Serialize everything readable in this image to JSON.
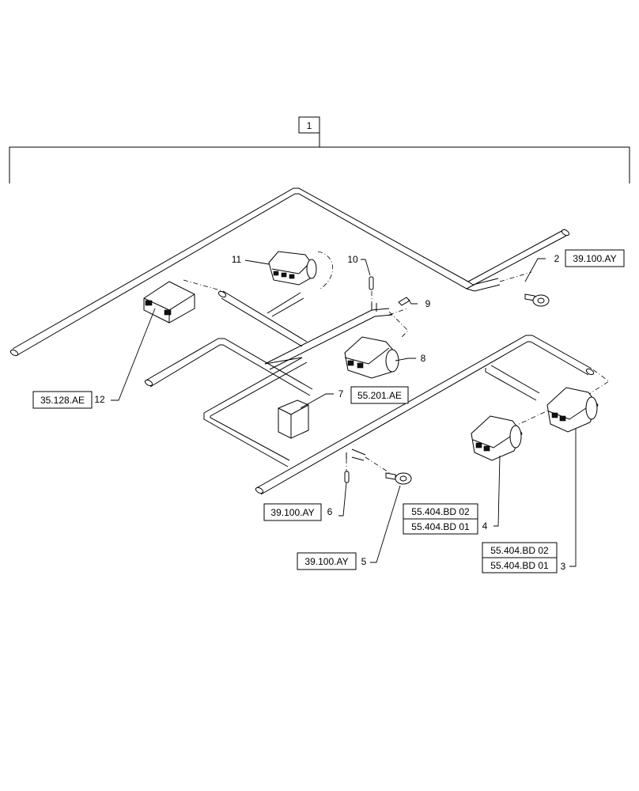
{
  "assembly_label": "1",
  "callouts": {
    "c2": "2",
    "c3": "3",
    "c4": "4",
    "c5": "5",
    "c6": "6",
    "c7": "7",
    "c8": "8",
    "c9": "9",
    "c10": "10",
    "c11": "11",
    "c12": "12"
  },
  "refs": {
    "r2": "39.100.AY",
    "r3a": "55.404.BD 02",
    "r3b": "55.404.BD 01",
    "r4a": "55.404.BD 02",
    "r4b": "55.404.BD 01",
    "r5": "39.100.AY",
    "r6": "39.100.AY",
    "r7": "55.201.AE",
    "r12": "35.128.AE"
  }
}
